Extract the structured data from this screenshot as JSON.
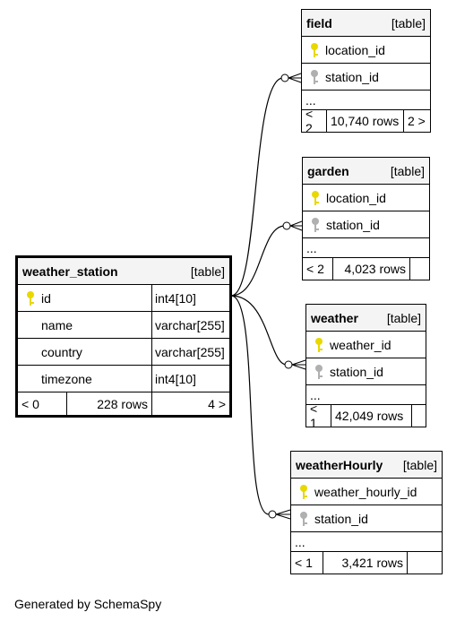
{
  "tables": {
    "weather_station": {
      "name": "weather_station",
      "type_tag": "[table]",
      "columns": [
        {
          "name": "id",
          "type": "int4[10]",
          "key": "primary"
        },
        {
          "name": "name",
          "type": "varchar[255]",
          "key": "none"
        },
        {
          "name": "country",
          "type": "varchar[255]",
          "key": "none"
        },
        {
          "name": "timezone",
          "type": "int4[10]",
          "key": "none"
        }
      ],
      "footer": {
        "parents": "< 0",
        "rows": "228 rows",
        "children": "4 >"
      }
    },
    "field": {
      "name": "field",
      "type_tag": "[table]",
      "columns": [
        {
          "name": "location_id",
          "key": "primary"
        },
        {
          "name": "station_id",
          "key": "foreign"
        }
      ],
      "ellipsis": "...",
      "footer": {
        "parents": "< 2",
        "rows": "10,740 rows",
        "children": "2 >"
      }
    },
    "garden": {
      "name": "garden",
      "type_tag": "[table]",
      "columns": [
        {
          "name": "location_id",
          "key": "primary"
        },
        {
          "name": "station_id",
          "key": "foreign"
        }
      ],
      "ellipsis": "...",
      "footer": {
        "parents": "< 2",
        "rows": "4,023 rows",
        "children": ""
      }
    },
    "weather": {
      "name": "weather",
      "type_tag": "[table]",
      "columns": [
        {
          "name": "weather_id",
          "key": "primary"
        },
        {
          "name": "station_id",
          "key": "foreign"
        }
      ],
      "ellipsis": "...",
      "footer": {
        "parents": "< 1",
        "rows": "42,049 rows",
        "children": ""
      }
    },
    "weatherHourly": {
      "name": "weatherHourly",
      "type_tag": "[table]",
      "columns": [
        {
          "name": "weather_hourly_id",
          "key": "primary"
        },
        {
          "name": "station_id",
          "key": "foreign"
        }
      ],
      "ellipsis": "...",
      "footer": {
        "parents": "< 1",
        "rows": "3,421 rows",
        "children": ""
      }
    }
  },
  "colors": {
    "primary_key": "#e8d800",
    "foreign_key": "#b0b0b0",
    "header_bg": "#f4f4f4"
  },
  "footer_note": "Generated by SchemaSpy"
}
